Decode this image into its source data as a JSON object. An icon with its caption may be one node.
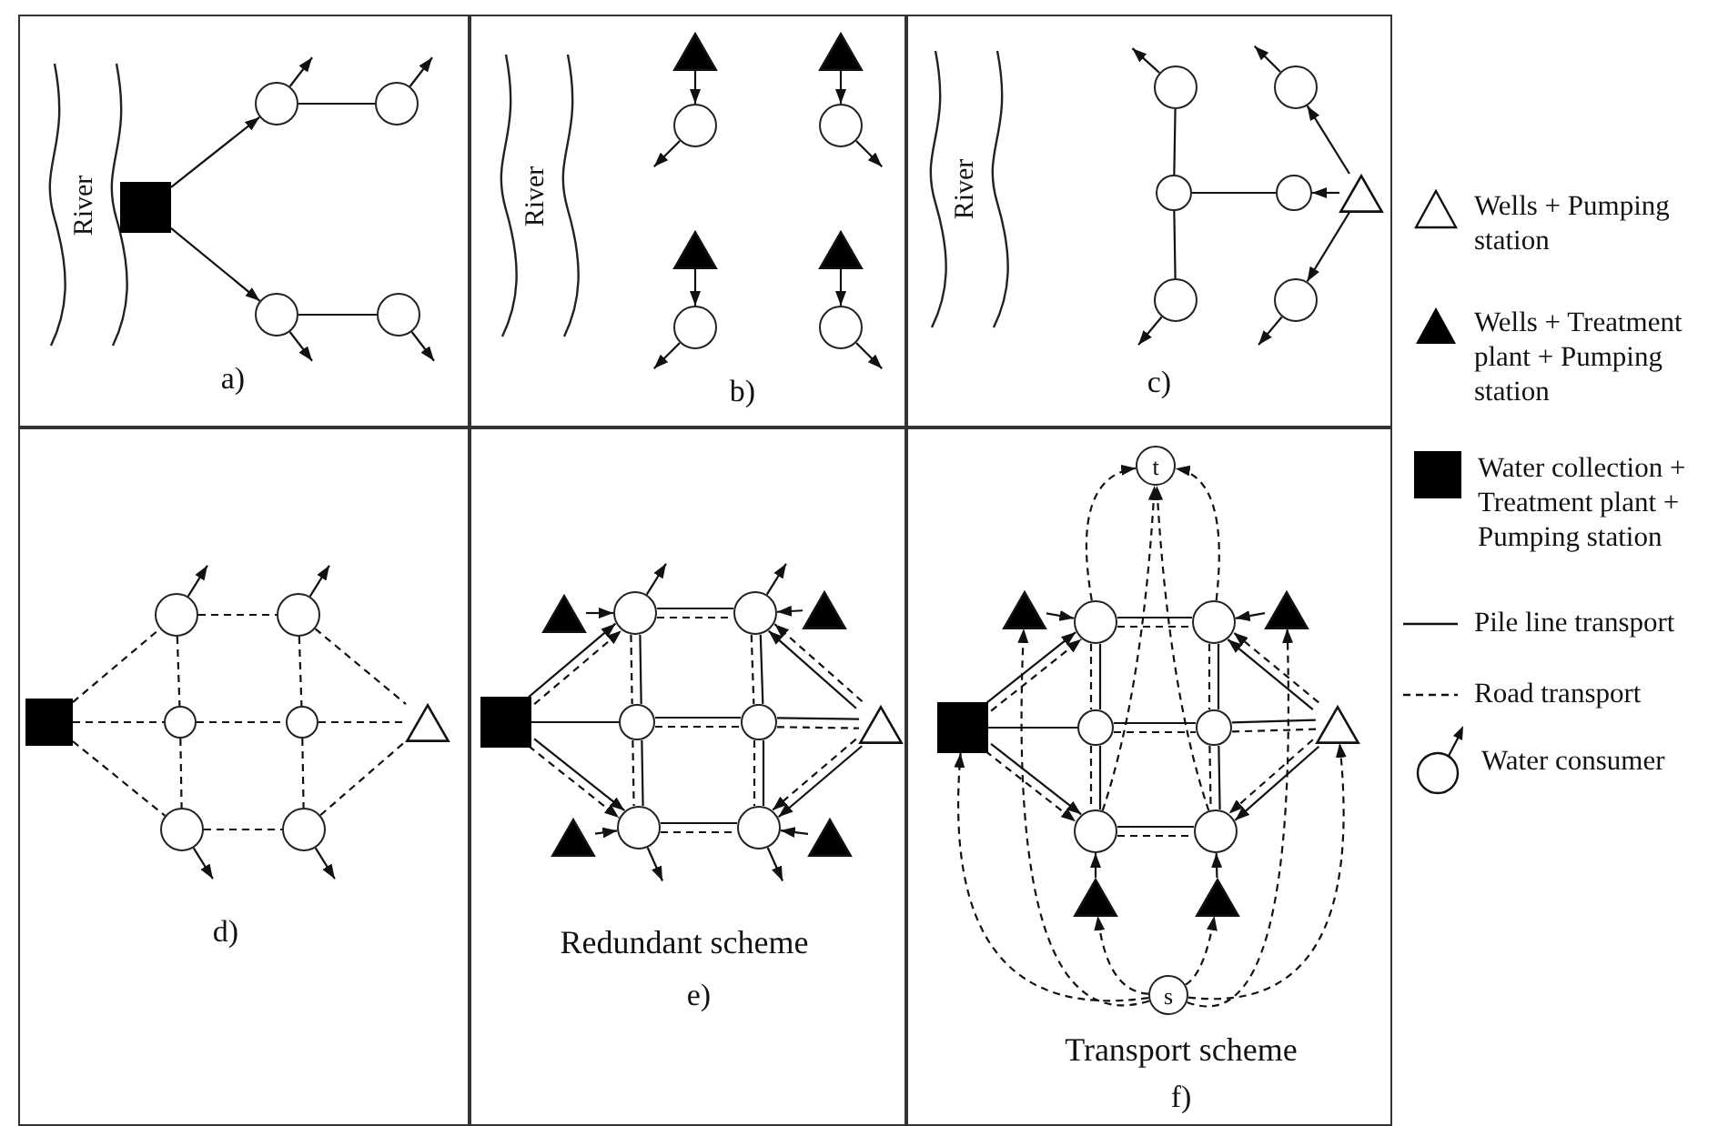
{
  "diagram": {
    "nodes": [
      {
        "text": [
          "a)"
        ]
      },
      {
        "text": [
          "River"
        ],
        "in": 0
      },
      {
        "text": [],
        "shape": "box",
        "in": 0
      },
      {
        "text": [],
        "shape": "circle",
        "in": 0
      },
      {
        "text": [],
        "shape": "circle",
        "in": 0
      },
      {
        "text": [],
        "shape": "circle",
        "in": 0
      },
      {
        "text": [],
        "shape": "circle",
        "in": 0
      },
      {
        "text": [
          "b)"
        ]
      },
      {
        "text": [
          "River"
        ],
        "in": 7
      },
      {
        "text": [],
        "shape": "triangle",
        "in": 7
      },
      {
        "text": [],
        "shape": "circle",
        "in": 7
      },
      {
        "text": [],
        "shape": "triangle",
        "in": 7
      },
      {
        "text": [],
        "shape": "circle",
        "in": 7
      },
      {
        "text": [],
        "shape": "triangle",
        "in": 7
      },
      {
        "text": [],
        "shape": "circle",
        "in": 7
      },
      {
        "text": [],
        "shape": "triangle",
        "in": 7
      },
      {
        "text": [],
        "shape": "circle",
        "in": 7
      },
      {
        "text": [
          "c)"
        ]
      },
      {
        "text": [
          "River"
        ],
        "in": 17
      },
      {
        "text": [],
        "shape": "circle",
        "in": 17
      },
      {
        "text": [],
        "shape": "circle",
        "in": 17
      },
      {
        "text": [],
        "shape": "circle",
        "in": 17
      },
      {
        "text": [],
        "shape": "circle",
        "in": 17
      },
      {
        "text": [],
        "shape": "triangle",
        "in": 17
      },
      {
        "text": [],
        "shape": "circle",
        "in": 17
      },
      {
        "text": [],
        "shape": "circle",
        "in": 17
      },
      {
        "text": [
          "d)"
        ]
      },
      {
        "text": [],
        "shape": "box",
        "in": 26
      },
      {
        "text": [],
        "shape": "circle",
        "in": 26
      },
      {
        "text": [],
        "shape": "circle",
        "in": 26
      },
      {
        "text": [],
        "shape": "circle",
        "in": 26
      },
      {
        "text": [],
        "shape": "circle",
        "in": 26
      },
      {
        "text": [],
        "shape": "circle",
        "in": 26
      },
      {
        "text": [],
        "shape": "circle",
        "in": 26
      },
      {
        "text": [],
        "shape": "triangle",
        "in": 26
      },
      {
        "text": [
          "Redundant scheme",
          "e)"
        ]
      },
      {
        "text": [],
        "shape": "box",
        "in": 35
      },
      {
        "text": [],
        "shape": "circle",
        "in": 35
      },
      {
        "text": [],
        "shape": "circle",
        "in": 35
      },
      {
        "text": [],
        "shape": "circle",
        "in": 35
      },
      {
        "text": [],
        "shape": "circle",
        "in": 35
      },
      {
        "text": [],
        "shape": "circle",
        "in": 35
      },
      {
        "text": [],
        "shape": "circle",
        "in": 35
      },
      {
        "text": [],
        "shape": "triangle",
        "in": 35
      },
      {
        "text": [],
        "shape": "triangle",
        "in": 35
      },
      {
        "text": [],
        "shape": "triangle",
        "in": 35
      },
      {
        "text": [],
        "shape": "triangle",
        "in": 35
      },
      {
        "text": [],
        "shape": "triangle",
        "in": 35
      },
      {
        "text": [
          "Transport scheme",
          "f)"
        ]
      },
      {
        "text": [
          "t"
        ],
        "in": 48
      },
      {
        "text": [],
        "shape": "box",
        "in": 48
      },
      {
        "text": [],
        "shape": "circle",
        "in": 48
      },
      {
        "text": [],
        "shape": "circle",
        "in": 48
      },
      {
        "text": [],
        "shape": "circle",
        "in": 48
      },
      {
        "text": [],
        "shape": "circle",
        "in": 48
      },
      {
        "text": [],
        "shape": "circle",
        "in": 48
      },
      {
        "text": [],
        "shape": "circle",
        "in": 48
      },
      {
        "text": [],
        "shape": "triangle",
        "in": 48
      },
      {
        "text": [],
        "shape": "triangle",
        "in": 48
      },
      {
        "text": [],
        "shape": "triangle",
        "in": 48
      },
      {
        "text": [],
        "shape": "triangle",
        "in": 48
      },
      {
        "text": [],
        "shape": "triangle",
        "in": 48
      },
      {
        "text": [
          "s"
        ],
        "in": 48
      }
    ],
    "edges": [
      {
        "from": 2,
        "to": 3,
        "arrow": "to"
      },
      {
        "from": 2,
        "to": 5,
        "arrow": "to"
      },
      {
        "from": 3,
        "to": 4,
        "arrow": "none"
      },
      {
        "from": 5,
        "to": 6,
        "arrow": "none"
      },
      {
        "from": 3,
        "to": null,
        "arrow": "to"
      },
      {
        "from": 4,
        "to": null,
        "arrow": "to"
      },
      {
        "from": 5,
        "to": null,
        "arrow": "to"
      },
      {
        "from": 6,
        "to": null,
        "arrow": "to"
      },
      {
        "from": 9,
        "to": 10,
        "arrow": "to"
      },
      {
        "from": 11,
        "to": 12,
        "arrow": "to"
      },
      {
        "from": 13,
        "to": 14,
        "arrow": "to"
      },
      {
        "from": 15,
        "to": 16,
        "arrow": "to"
      },
      {
        "from": 10,
        "to": null,
        "arrow": "to"
      },
      {
        "from": 12,
        "to": null,
        "arrow": "to"
      },
      {
        "from": 14,
        "to": null,
        "arrow": "to"
      },
      {
        "from": 16,
        "to": null,
        "arrow": "to"
      },
      {
        "from": 19,
        "to": 21,
        "arrow": "none"
      },
      {
        "from": 21,
        "to": 24,
        "arrow": "none"
      },
      {
        "from": 21,
        "to": 22,
        "arrow": "none"
      },
      {
        "from": 23,
        "to": 22,
        "arrow": "to"
      },
      {
        "from": 23,
        "to": 20,
        "arrow": "to"
      },
      {
        "from": 23,
        "to": 25,
        "arrow": "to"
      },
      {
        "from": 19,
        "to": null,
        "arrow": "to"
      },
      {
        "from": 20,
        "to": null,
        "arrow": "to"
      },
      {
        "from": 24,
        "to": null,
        "arrow": "to"
      },
      {
        "from": 25,
        "to": null,
        "arrow": "to"
      },
      {
        "from": 27,
        "to": 28,
        "arrow": "none",
        "style": "dashed"
      },
      {
        "from": 27,
        "to": 30,
        "arrow": "none",
        "style": "dashed"
      },
      {
        "from": 27,
        "to": 32,
        "arrow": "none",
        "style": "dashed"
      },
      {
        "from": 28,
        "to": 29,
        "arrow": "none",
        "style": "dashed"
      },
      {
        "from": 28,
        "to": 30,
        "arrow": "none",
        "style": "dashed"
      },
      {
        "from": 29,
        "to": 31,
        "arrow": "none",
        "style": "dashed"
      },
      {
        "from": 30,
        "to": 31,
        "arrow": "none",
        "style": "dashed"
      },
      {
        "from": 30,
        "to": 32,
        "arrow": "none",
        "style": "dashed"
      },
      {
        "from": 31,
        "to": 33,
        "arrow": "none",
        "style": "dashed"
      },
      {
        "from": 32,
        "to": 33,
        "arrow": "none",
        "style": "dashed"
      },
      {
        "from": 29,
        "to": 34,
        "arrow": "none",
        "style": "dashed"
      },
      {
        "from": 31,
        "to": 34,
        "arrow": "none",
        "style": "dashed"
      },
      {
        "from": 33,
        "to": 34,
        "arrow": "none",
        "style": "dashed"
      },
      {
        "from": 28,
        "to": null,
        "arrow": "to"
      },
      {
        "from": 29,
        "to": null,
        "arrow": "to"
      },
      {
        "from": 32,
        "to": null,
        "arrow": "to"
      },
      {
        "from": 33,
        "to": null,
        "arrow": "to"
      },
      {
        "from": 36,
        "to": 37,
        "arrow": "to"
      },
      {
        "from": 36,
        "to": 37,
        "arrow": "to",
        "style": "dashed"
      },
      {
        "from": 36,
        "to": 41,
        "arrow": "to"
      },
      {
        "from": 36,
        "to": 41,
        "arrow": "to",
        "style": "dashed"
      },
      {
        "from": 36,
        "to": 39,
        "arrow": "none"
      },
      {
        "from": 37,
        "to": 38,
        "arrow": "none"
      },
      {
        "from": 37,
        "to": 38,
        "arrow": "none",
        "style": "dashed"
      },
      {
        "from": 41,
        "to": 42,
        "arrow": "none"
      },
      {
        "from": 41,
        "to": 42,
        "arrow": "none",
        "style": "dashed"
      },
      {
        "from": 37,
        "to": 39,
        "arrow": "none"
      },
      {
        "from": 37,
        "to": 39,
        "arrow": "none",
        "style": "dashed"
      },
      {
        "from": 39,
        "to": 41,
        "arrow": "none"
      },
      {
        "from": 39,
        "to": 41,
        "arrow": "none",
        "style": "dashed"
      },
      {
        "from": 38,
        "to": 40,
        "arrow": "none"
      },
      {
        "from": 38,
        "to": 40,
        "arrow": "none",
        "style": "dashed"
      },
      {
        "from": 40,
        "to": 42,
        "arrow": "none"
      },
      {
        "from": 40,
        "to": 42,
        "arrow": "none",
        "style": "dashed"
      },
      {
        "from": 39,
        "to": 40,
        "arrow": "none"
      },
      {
        "from": 39,
        "to": 40,
        "arrow": "none",
        "style": "dashed"
      },
      {
        "from": 40,
        "to": 43,
        "arrow": "none"
      },
      {
        "from": 40,
        "to": 43,
        "arrow": "none",
        "style": "dashed"
      },
      {
        "from": 43,
        "to": 38,
        "arrow": "to"
      },
      {
        "from": 43,
        "to": 38,
        "arrow": "to",
        "style": "dashed"
      },
      {
        "from": 43,
        "to": 42,
        "arrow": "to"
      },
      {
        "from": 43,
        "to": 42,
        "arrow": "to",
        "style": "dashed"
      },
      {
        "from": 44,
        "to": 37,
        "arrow": "to"
      },
      {
        "from": 45,
        "to": 38,
        "arrow": "to"
      },
      {
        "from": 46,
        "to": 41,
        "arrow": "to"
      },
      {
        "from": 47,
        "to": 42,
        "arrow": "to"
      },
      {
        "from": 37,
        "to": null,
        "arrow": "to"
      },
      {
        "from": 38,
        "to": null,
        "arrow": "to"
      },
      {
        "from": 41,
        "to": null,
        "arrow": "to"
      },
      {
        "from": 42,
        "to": null,
        "arrow": "to"
      },
      {
        "from": 50,
        "to": 51,
        "arrow": "to"
      },
      {
        "from": 50,
        "to": 51,
        "arrow": "to",
        "style": "dashed"
      },
      {
        "from": 50,
        "to": 55,
        "arrow": "to"
      },
      {
        "from": 50,
        "to": 55,
        "arrow": "to",
        "style": "dashed"
      },
      {
        "from": 50,
        "to": 53,
        "arrow": "none"
      },
      {
        "from": 51,
        "to": 52,
        "arrow": "none"
      },
      {
        "from": 51,
        "to": 52,
        "arrow": "none",
        "style": "dashed"
      },
      {
        "from": 55,
        "to": 56,
        "arrow": "none"
      },
      {
        "from": 55,
        "to": 56,
        "arrow": "none",
        "style": "dashed"
      },
      {
        "from": 51,
        "to": 53,
        "arrow": "none"
      },
      {
        "from": 51,
        "to": 53,
        "arrow": "none",
        "style": "dashed"
      },
      {
        "from": 53,
        "to": 55,
        "arrow": "none"
      },
      {
        "from": 53,
        "to": 55,
        "arrow": "none",
        "style": "dashed"
      },
      {
        "from": 52,
        "to": 54,
        "arrow": "none"
      },
      {
        "from": 52,
        "to": 54,
        "arrow": "none",
        "style": "dashed"
      },
      {
        "from": 54,
        "to": 56,
        "arrow": "none"
      },
      {
        "from": 54,
        "to": 56,
        "arrow": "none",
        "style": "dashed"
      },
      {
        "from": 53,
        "to": 54,
        "arrow": "none"
      },
      {
        "from": 53,
        "to": 54,
        "arrow": "none",
        "style": "dashed"
      },
      {
        "from": 54,
        "to": 57,
        "arrow": "none"
      },
      {
        "from": 54,
        "to": 57,
        "arrow": "none",
        "style": "dashed"
      },
      {
        "from": 57,
        "to": 52,
        "arrow": "to"
      },
      {
        "from": 57,
        "to": 52,
        "arrow": "to",
        "style": "dashed"
      },
      {
        "from": 57,
        "to": 56,
        "arrow": "to"
      },
      {
        "from": 57,
        "to": 56,
        "arrow": "to",
        "style": "dashed"
      },
      {
        "from": 58,
        "to": 51,
        "arrow": "to"
      },
      {
        "from": 59,
        "to": 52,
        "arrow": "to"
      },
      {
        "from": 60,
        "to": 55,
        "arrow": "to"
      },
      {
        "from": 61,
        "to": 56,
        "arrow": "to"
      },
      {
        "from": 51,
        "to": 49,
        "arrow": "to",
        "style": "dashed"
      },
      {
        "from": 52,
        "to": 49,
        "arrow": "to",
        "style": "dashed"
      },
      {
        "from": 55,
        "to": 49,
        "arrow": "to",
        "style": "dashed"
      },
      {
        "from": 56,
        "to": 49,
        "arrow": "to",
        "style": "dashed"
      },
      {
        "from": 62,
        "to": 50,
        "arrow": "to",
        "style": "dashed"
      },
      {
        "from": 62,
        "to": 58,
        "arrow": "to",
        "style": "dashed"
      },
      {
        "from": 62,
        "to": 60,
        "arrow": "to",
        "style": "dashed"
      },
      {
        "from": 62,
        "to": 61,
        "arrow": "to",
        "style": "dashed"
      },
      {
        "from": 62,
        "to": 59,
        "arrow": "to",
        "style": "dashed"
      },
      {
        "from": 62,
        "to": 57,
        "arrow": "to",
        "style": "dashed"
      }
    ],
    "legend": [
      {
        "text": "Wells + Pumping station"
      },
      {
        "text": "Wells + Treatment plant + Pumping station"
      },
      {
        "text": "Water collection + Treatment plant + Pumping station"
      },
      {
        "text": "Pile line transport"
      },
      {
        "text": "Road transport"
      },
      {
        "text": "Water consumer"
      }
    ]
  }
}
